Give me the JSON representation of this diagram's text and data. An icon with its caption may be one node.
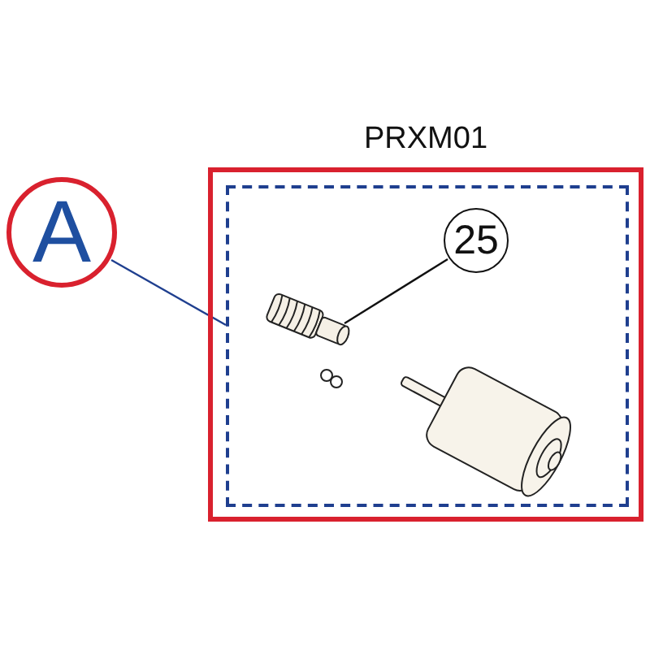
{
  "diagram": {
    "nodes": [
      {
        "text": [
          "A"
        ]
      },
      {
        "text": [
          "PRXM01"
        ]
      },
      {
        "text": [],
        "shape": "box",
        "in": 1
      },
      {
        "text": [
          "25"
        ],
        "in": 2
      },
      {
        "text": [],
        "shape": "picture",
        "in": 2
      }
    ],
    "edges": [
      {
        "from": 0,
        "to": 2,
        "arrow": "none",
        "color": "#1f3f8f"
      },
      {
        "from": 3,
        "to": 4,
        "arrow": "none",
        "color": "#111111"
      }
    ]
  }
}
